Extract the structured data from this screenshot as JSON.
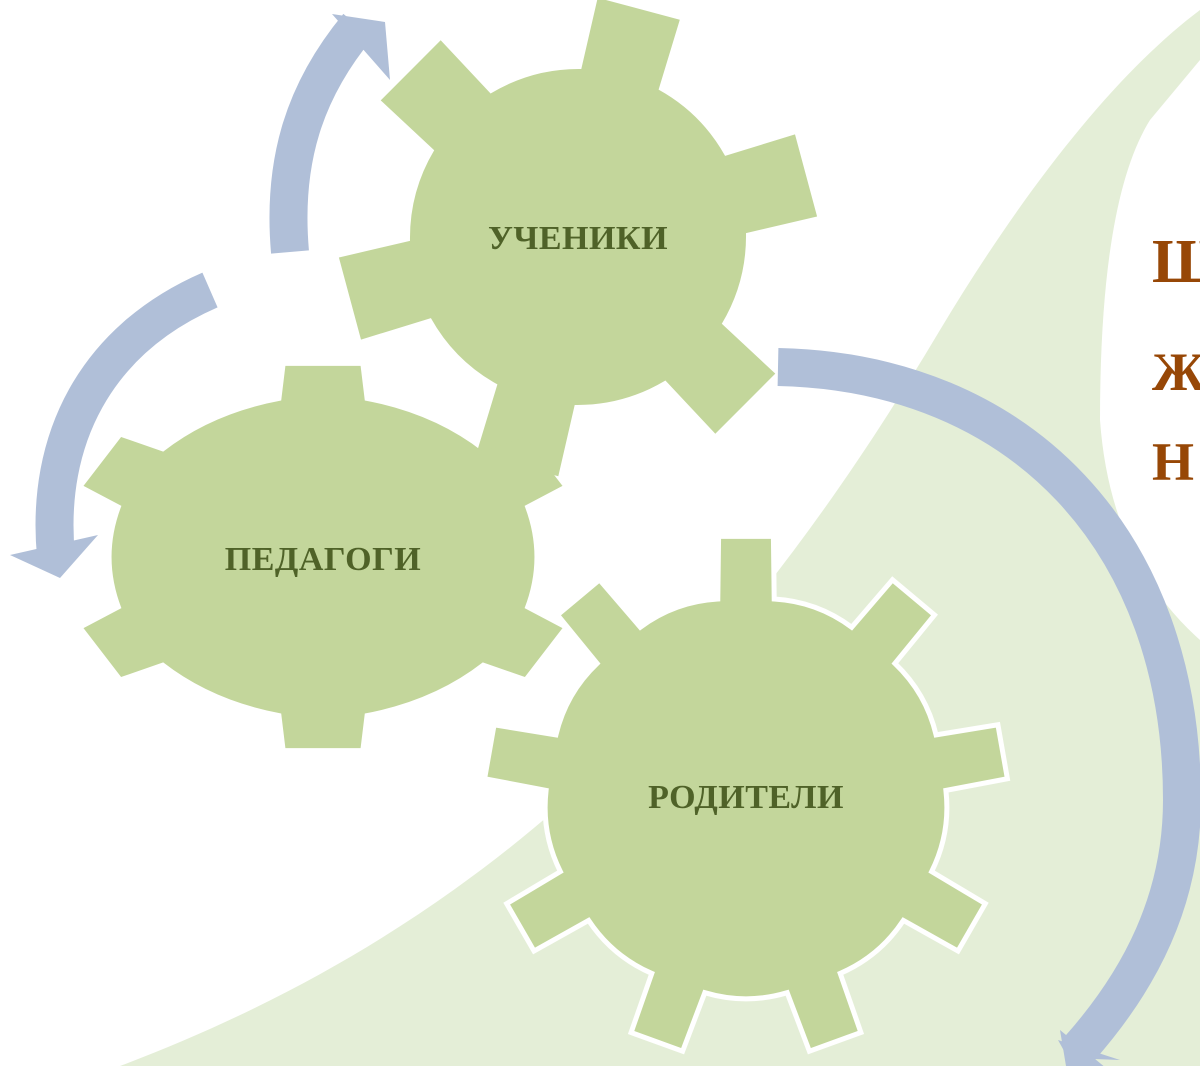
{
  "diagram": {
    "gears": {
      "students": {
        "label": "УЧЕНИКИ"
      },
      "teachers": {
        "label": "ПЕДАГОГИ"
      },
      "parents": {
        "label": "РОДИТЕЛИ"
      }
    },
    "side_text_lines": [
      "Ш",
      "Ж",
      "Н"
    ]
  },
  "colors": {
    "gear_fill": "#c3d69b",
    "gear_text": "#4f6228",
    "arrow": "#b0bfd8",
    "background_wave": "#e4eed7",
    "side_text": "#974706"
  }
}
